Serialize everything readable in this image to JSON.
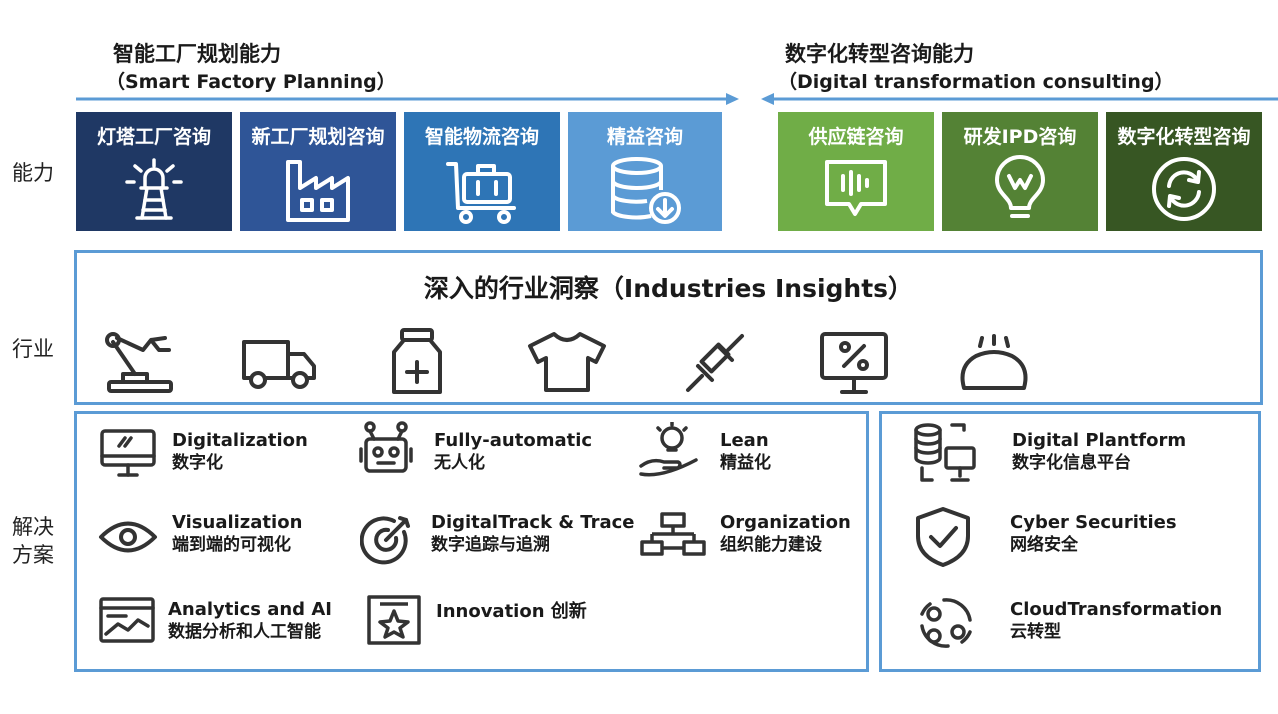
{
  "header": {
    "left_title": "智能工厂规划能力",
    "left_subtitle": "（Smart Factory Planning）",
    "right_title": "数字化转型咨询能力",
    "right_subtitle": "（Digital transformation consulting）"
  },
  "row_labels": {
    "capability": "能力",
    "industry": "行业",
    "solution_line1": "解决",
    "solution_line2": "方案"
  },
  "capability_tiles": [
    {
      "label": "灯塔工厂咨询",
      "icon": "lighthouse-icon",
      "color": "#1f3864"
    },
    {
      "label": "新工厂规划咨询",
      "icon": "factory-icon",
      "color": "#2f5597"
    },
    {
      "label": "智能物流咨询",
      "icon": "cart-icon",
      "color": "#2e75b6"
    },
    {
      "label": "精益咨询",
      "icon": "database-download-icon",
      "color": "#5b9bd5"
    },
    {
      "label": "供应链咨询",
      "icon": "chat-bars-icon",
      "color": "#70ad47"
    },
    {
      "label": "研发IPD咨询",
      "icon": "lightbulb-icon",
      "color": "#548235"
    },
    {
      "label": "数字化转型咨询",
      "icon": "refresh-circle-icon",
      "color": "#375623"
    }
  ],
  "industries": {
    "title": "深入的行业洞察（Industries Insights）",
    "icons": [
      "robot-arm-icon",
      "truck-icon",
      "medicine-bottle-icon",
      "tshirt-icon",
      "electronic-component-icon",
      "monitor-percent-icon",
      "bread-icon"
    ]
  },
  "solutions_left": [
    {
      "en": "Digitalization",
      "zh": "数字化",
      "icon": "monitor-icon"
    },
    {
      "en": "Fully-automatic",
      "zh": "无人化",
      "icon": "robot-icon"
    },
    {
      "en": "Lean",
      "zh": "精益化",
      "icon": "lightbulb-hand-icon"
    },
    {
      "en": "Visualization",
      "zh": "端到端的可视化",
      "icon": "eye-icon"
    },
    {
      "en": "DigitalTrack & Trace",
      "zh": "数字追踪与追溯",
      "icon": "target-icon"
    },
    {
      "en": "Organization",
      "zh": "组织能力建设",
      "icon": "org-chart-icon"
    },
    {
      "en": "Analytics and AI",
      "zh": "数据分析和人工智能",
      "icon": "chart-window-icon"
    },
    {
      "en": "Innovation 创新",
      "zh": "",
      "icon": "star-frame-icon"
    }
  ],
  "solutions_right": [
    {
      "en": "Digital Plantform",
      "zh": "数字化信息平台",
      "icon": "database-monitor-icon"
    },
    {
      "en": "Cyber Securities",
      "zh": "网络安全",
      "icon": "shield-check-icon"
    },
    {
      "en": "CloudTransformation",
      "zh": "云转型",
      "icon": "cloud-cycle-icon"
    }
  ],
  "colors": {
    "border": "#5b9bd5",
    "icon": "#333333"
  }
}
